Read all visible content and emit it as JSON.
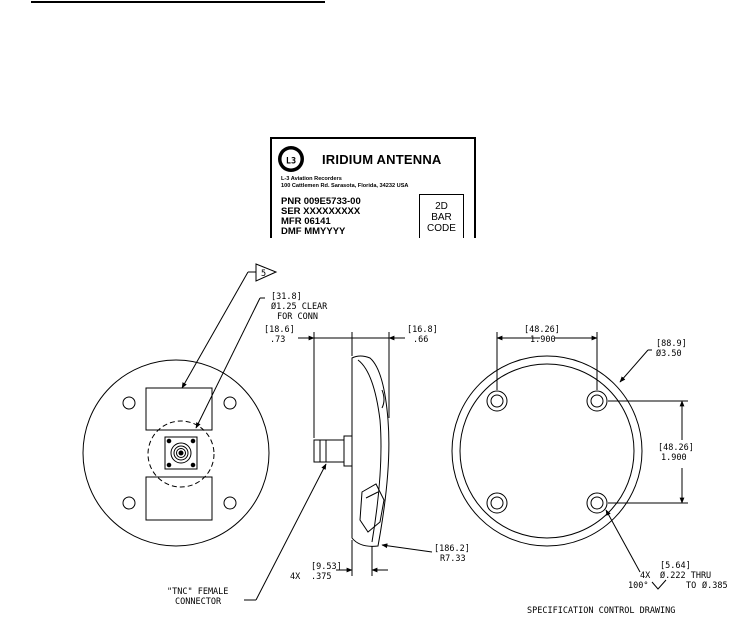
{
  "label": {
    "title": "IRIDIUM ANTENNA",
    "logo_text": "L3",
    "company_line1": "L-3 Aviation Recorders",
    "company_line2": "100 Cattlemen Rd. Sarasota, Florida, 34232 USA",
    "pnr": "PNR 009E5733-00",
    "ser": "SER XXXXXXXXX",
    "mfr": "MFR 06141",
    "dmf": "DMF MMYYYY",
    "barcode_line1": "2D",
    "barcode_line2": "BAR",
    "barcode_line3": "CODE"
  },
  "drawing": {
    "flag_note": "5",
    "dim_clear_mm": "[31.8]",
    "dim_clear_in": "Ø1.25 CLEAR",
    "dim_clear_note": "FOR CONN",
    "dim_conn_len_mm": "[18.6]",
    "dim_conn_len_in": ".73",
    "dim_height_mm": "[16.8]",
    "dim_height_in": ".66",
    "dim_hole_spacing_h_mm": "[48.26]",
    "dim_hole_spacing_h_in": "1.900",
    "dim_diameter_mm": "[88.9]",
    "dim_diameter_in": "Ø3.50",
    "dim_hole_spacing_v_mm": "[48.26]",
    "dim_hole_spacing_v_in": "1.900",
    "dim_radius_mm": "[186.2]",
    "dim_radius_in": "R7.33",
    "dim_base_mm": "[9.53]",
    "dim_base_qty": "4X",
    "dim_base_in": ".375",
    "dim_hole_mm": "[5.64]",
    "dim_hole_qty": "4X",
    "dim_hole_in": "Ø.222 THRU",
    "dim_csk_angle": "100°",
    "dim_csk_to": "TO",
    "dim_csk_dia": "Ø.385",
    "connector_line1": "\"TNC\" FEMALE",
    "connector_line2": "CONNECTOR",
    "footer": "SPECIFICATION CONTROL DRAWING"
  }
}
